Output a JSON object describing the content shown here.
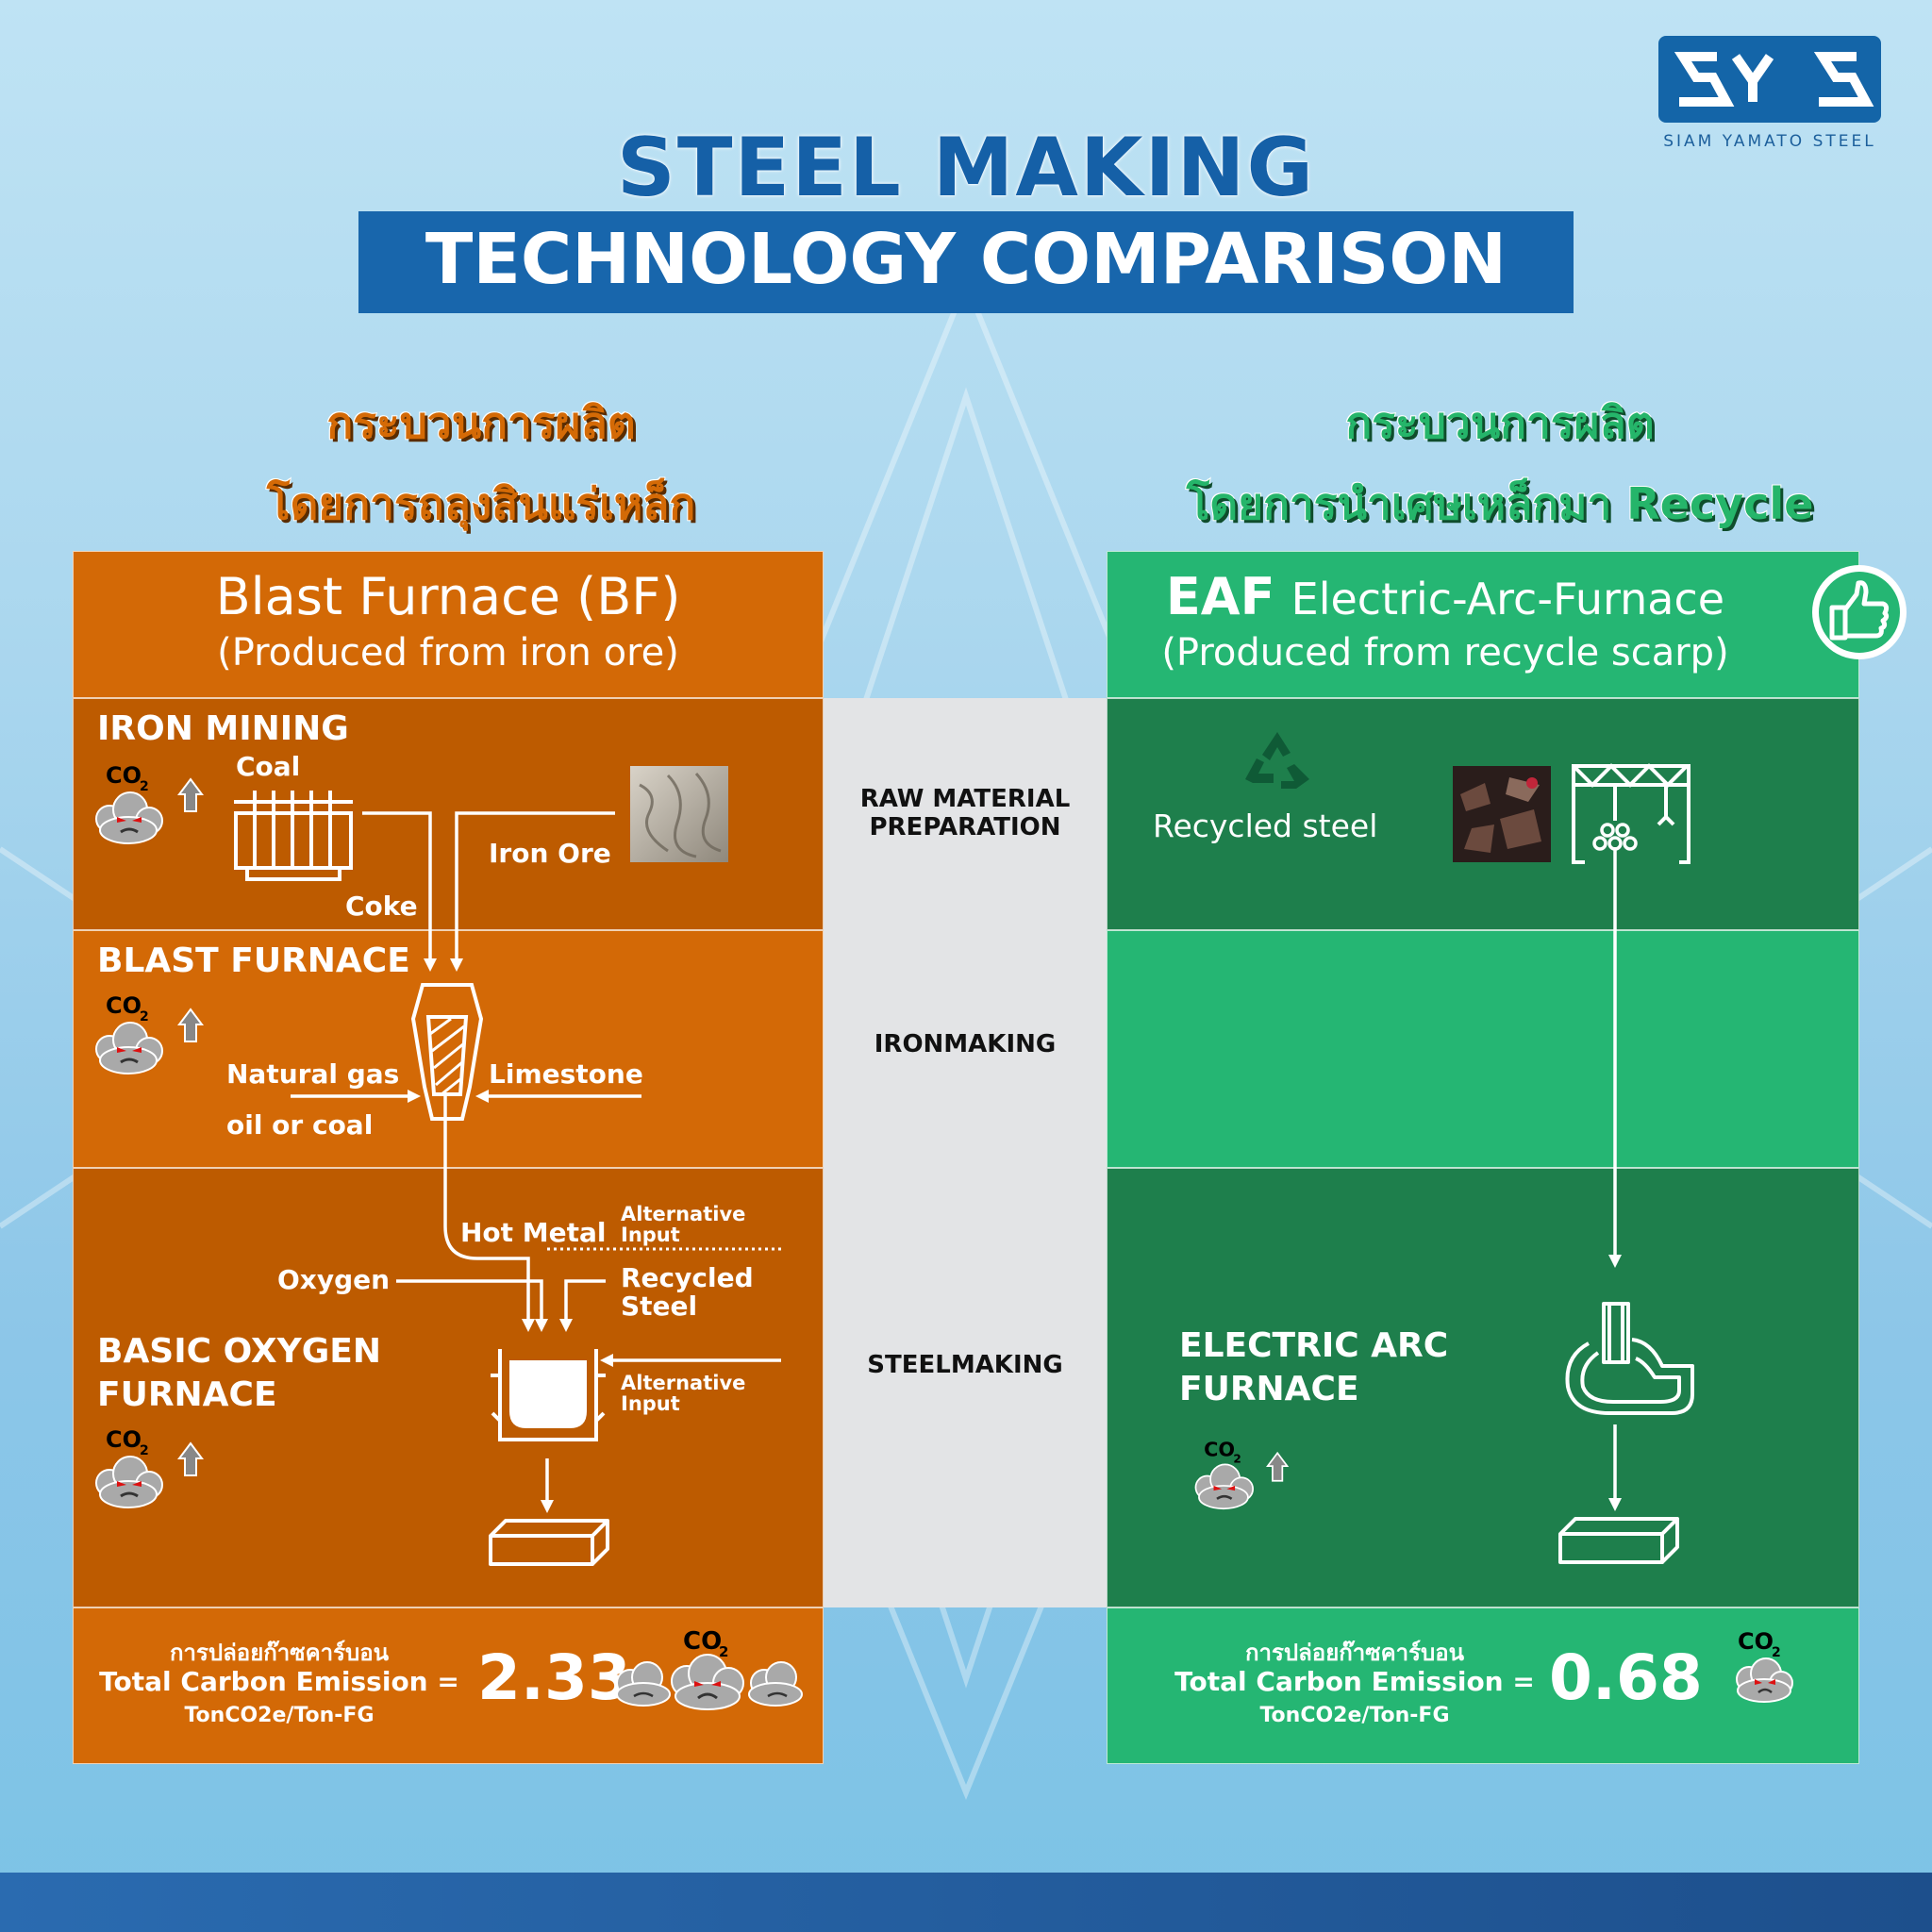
{
  "logo": {
    "text": "SIAM YAMATO STEEL"
  },
  "title": {
    "line1": "STEEL MAKING",
    "line2": "TECHNOLOGY COMPARISON"
  },
  "left": {
    "thai_line1": "กระบวนการผลิต",
    "thai_line2": "โดยการถลุงสินแร่เหล็ก",
    "header_title": "Blast Furnace (BF)",
    "header_sub": "(Produced from iron ore)",
    "section1": "IRON MINING",
    "coal": "Coal",
    "coke": "Coke",
    "iron_ore": "Iron Ore",
    "section2": "BLAST FURNACE",
    "natural_gas": "Natural gas",
    "oil_or_coal": "oil or coal",
    "limestone": "Limestone",
    "hot_metal": "Hot Metal",
    "alt_input_1": "Alternative Input",
    "oxygen": "Oxygen",
    "recycled_steel": "Recycled Steel",
    "alt_input_2": "Alternative Input",
    "section3_line1": "BASIC OXYGEN",
    "section3_line2": "FURNACE",
    "emission_thai": "การปล่อยก๊าซคาร์บอน",
    "emission_label": "Total Carbon Emission =",
    "emission_value": "2.33",
    "emission_unit": "TonCO2e/Ton-FG"
  },
  "middle": {
    "stage1": "RAW MATERIAL PREPARATION",
    "stage2": "IRONMAKING",
    "stage3": "STEELMAKING"
  },
  "right": {
    "thai_line1": "กระบวนการผลิต",
    "thai_line2": "โดยการนำเศษเหล็กมา Recycle",
    "header_title_bold": "EAF",
    "header_title": "Electric-Arc-Furnace",
    "header_sub": "(Produced from recycle scarp)",
    "recycled_steel": "Recycled steel",
    "section3_line1": "ELECTRIC ARC",
    "section3_line2": "FURNACE",
    "emission_thai": "การปล่อยก๊าซคาร์บอน",
    "emission_label": "Total Carbon Emission =",
    "emission_value": "0.68",
    "emission_unit": "TonCO2e/Ton-FG"
  },
  "co2_label": "CO",
  "co2_sub": "2",
  "icons": [
    "co2-cloud-icon",
    "arrow-up-icon",
    "recycle-icon",
    "thumbs-up-icon",
    "crane-icon",
    "furnace-icon",
    "steel-bar-icon",
    "coke-oven-icon"
  ],
  "colors": {
    "orange": "#d36906",
    "dark_orange": "#bd5b00",
    "green": "#25b673",
    "dark_green": "#1e7f4c",
    "title_blue": "#1560a7"
  }
}
